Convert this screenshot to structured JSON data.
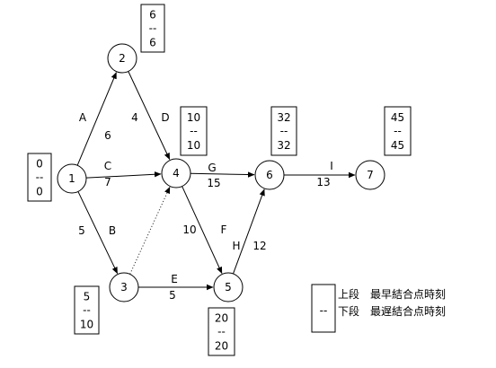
{
  "nodes": [
    {
      "id": "1",
      "label": "1"
    },
    {
      "id": "2",
      "label": "2"
    },
    {
      "id": "3",
      "label": "3"
    },
    {
      "id": "4",
      "label": "4"
    },
    {
      "id": "5",
      "label": "5"
    },
    {
      "id": "6",
      "label": "6"
    },
    {
      "id": "7",
      "label": "7"
    }
  ],
  "edges": [
    {
      "id": "A",
      "from": "1",
      "to": "2",
      "name": "A",
      "duration": "6"
    },
    {
      "id": "B",
      "from": "1",
      "to": "3",
      "name": "B",
      "duration": "5"
    },
    {
      "id": "C",
      "from": "1",
      "to": "4",
      "name": "C",
      "duration": "7"
    },
    {
      "id": "D",
      "from": "2",
      "to": "4",
      "name": "D",
      "duration": "4"
    },
    {
      "id": "E",
      "from": "3",
      "to": "5",
      "name": "E",
      "duration": "5"
    },
    {
      "id": "F",
      "from": "4",
      "to": "5",
      "name": "F",
      "duration": "10"
    },
    {
      "id": "G",
      "from": "4",
      "to": "6",
      "name": "G",
      "duration": "15"
    },
    {
      "id": "H",
      "from": "5",
      "to": "6",
      "name": "H",
      "duration": "12"
    },
    {
      "id": "I",
      "from": "6",
      "to": "7",
      "name": "I",
      "duration": "13"
    },
    {
      "id": "dummy",
      "from": "3",
      "to": "4",
      "name": "",
      "duration": "",
      "dotted": true
    }
  ],
  "time_boxes": [
    {
      "node": "1",
      "earliest": "0",
      "separator": "--",
      "latest": "0"
    },
    {
      "node": "2",
      "earliest": "6",
      "separator": "--",
      "latest": "6"
    },
    {
      "node": "3",
      "earliest": "5",
      "separator": "--",
      "latest": "10"
    },
    {
      "node": "4",
      "earliest": "10",
      "separator": "--",
      "latest": "10"
    },
    {
      "node": "5",
      "earliest": "20",
      "separator": "--",
      "latest": "20"
    },
    {
      "node": "6",
      "earliest": "32",
      "separator": "--",
      "latest": "32"
    },
    {
      "node": "7",
      "earliest": "45",
      "separator": "--",
      "latest": "45"
    }
  ],
  "legend": {
    "separator": "--",
    "upper_label": "上段　最早結合点時刻",
    "lower_label": "下段　最遅結合点時刻"
  }
}
